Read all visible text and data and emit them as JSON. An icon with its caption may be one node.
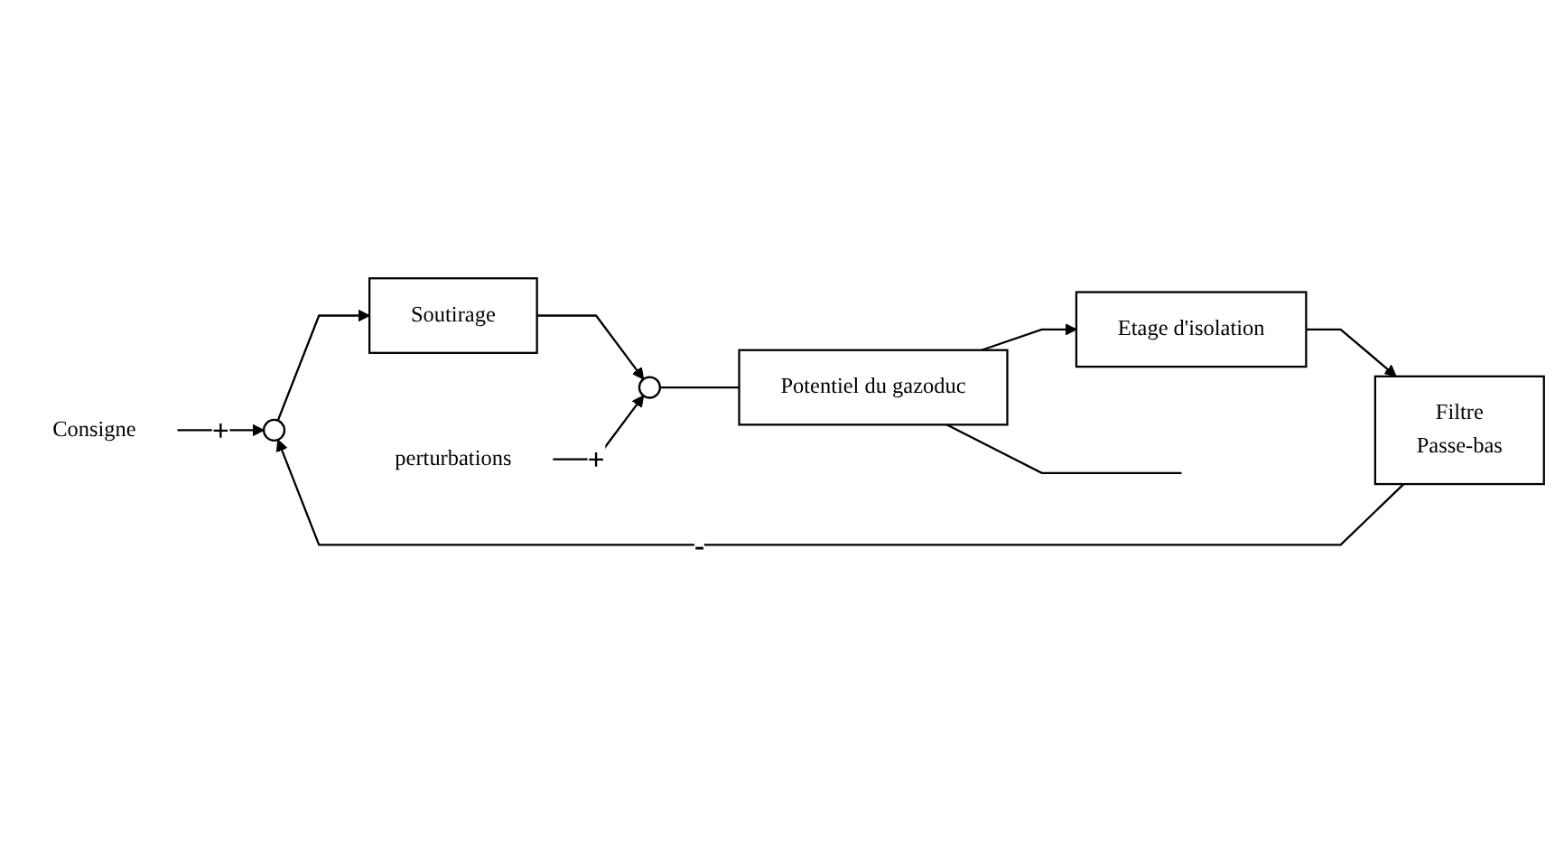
{
  "diagram": {
    "nodes": [
      {
        "text": [
          "Consigne"
        ]
      },
      {
        "text": [],
        "shape": "circle"
      },
      {
        "text": [
          "Soutirage"
        ]
      },
      {
        "text": [
          "perturbations"
        ]
      },
      {
        "text": [],
        "shape": "circle"
      },
      {
        "text": [
          "Potentiel du gazoduc"
        ]
      },
      {
        "text": [
          "Etage d'isolation"
        ]
      },
      {
        "text": [
          "Filtre",
          "Passe-bas"
        ]
      }
    ],
    "edges": [
      {
        "from": 0,
        "to": 1,
        "arrow": "to",
        "label": "+"
      },
      {
        "from": 1,
        "to": 2,
        "arrow": "to"
      },
      {
        "from": 2,
        "to": 4,
        "arrow": "to"
      },
      {
        "from": 3,
        "to": 4,
        "arrow": "to",
        "label": "+"
      },
      {
        "from": 4,
        "to": 5,
        "arrow": "none"
      },
      {
        "from": 5,
        "to": null,
        "arrow": "none"
      },
      {
        "from": 5,
        "to": 6,
        "arrow": "to"
      },
      {
        "from": 6,
        "to": 7,
        "arrow": "to"
      },
      {
        "from": 7,
        "to": 1,
        "arrow": "to",
        "label": "-"
      }
    ]
  }
}
